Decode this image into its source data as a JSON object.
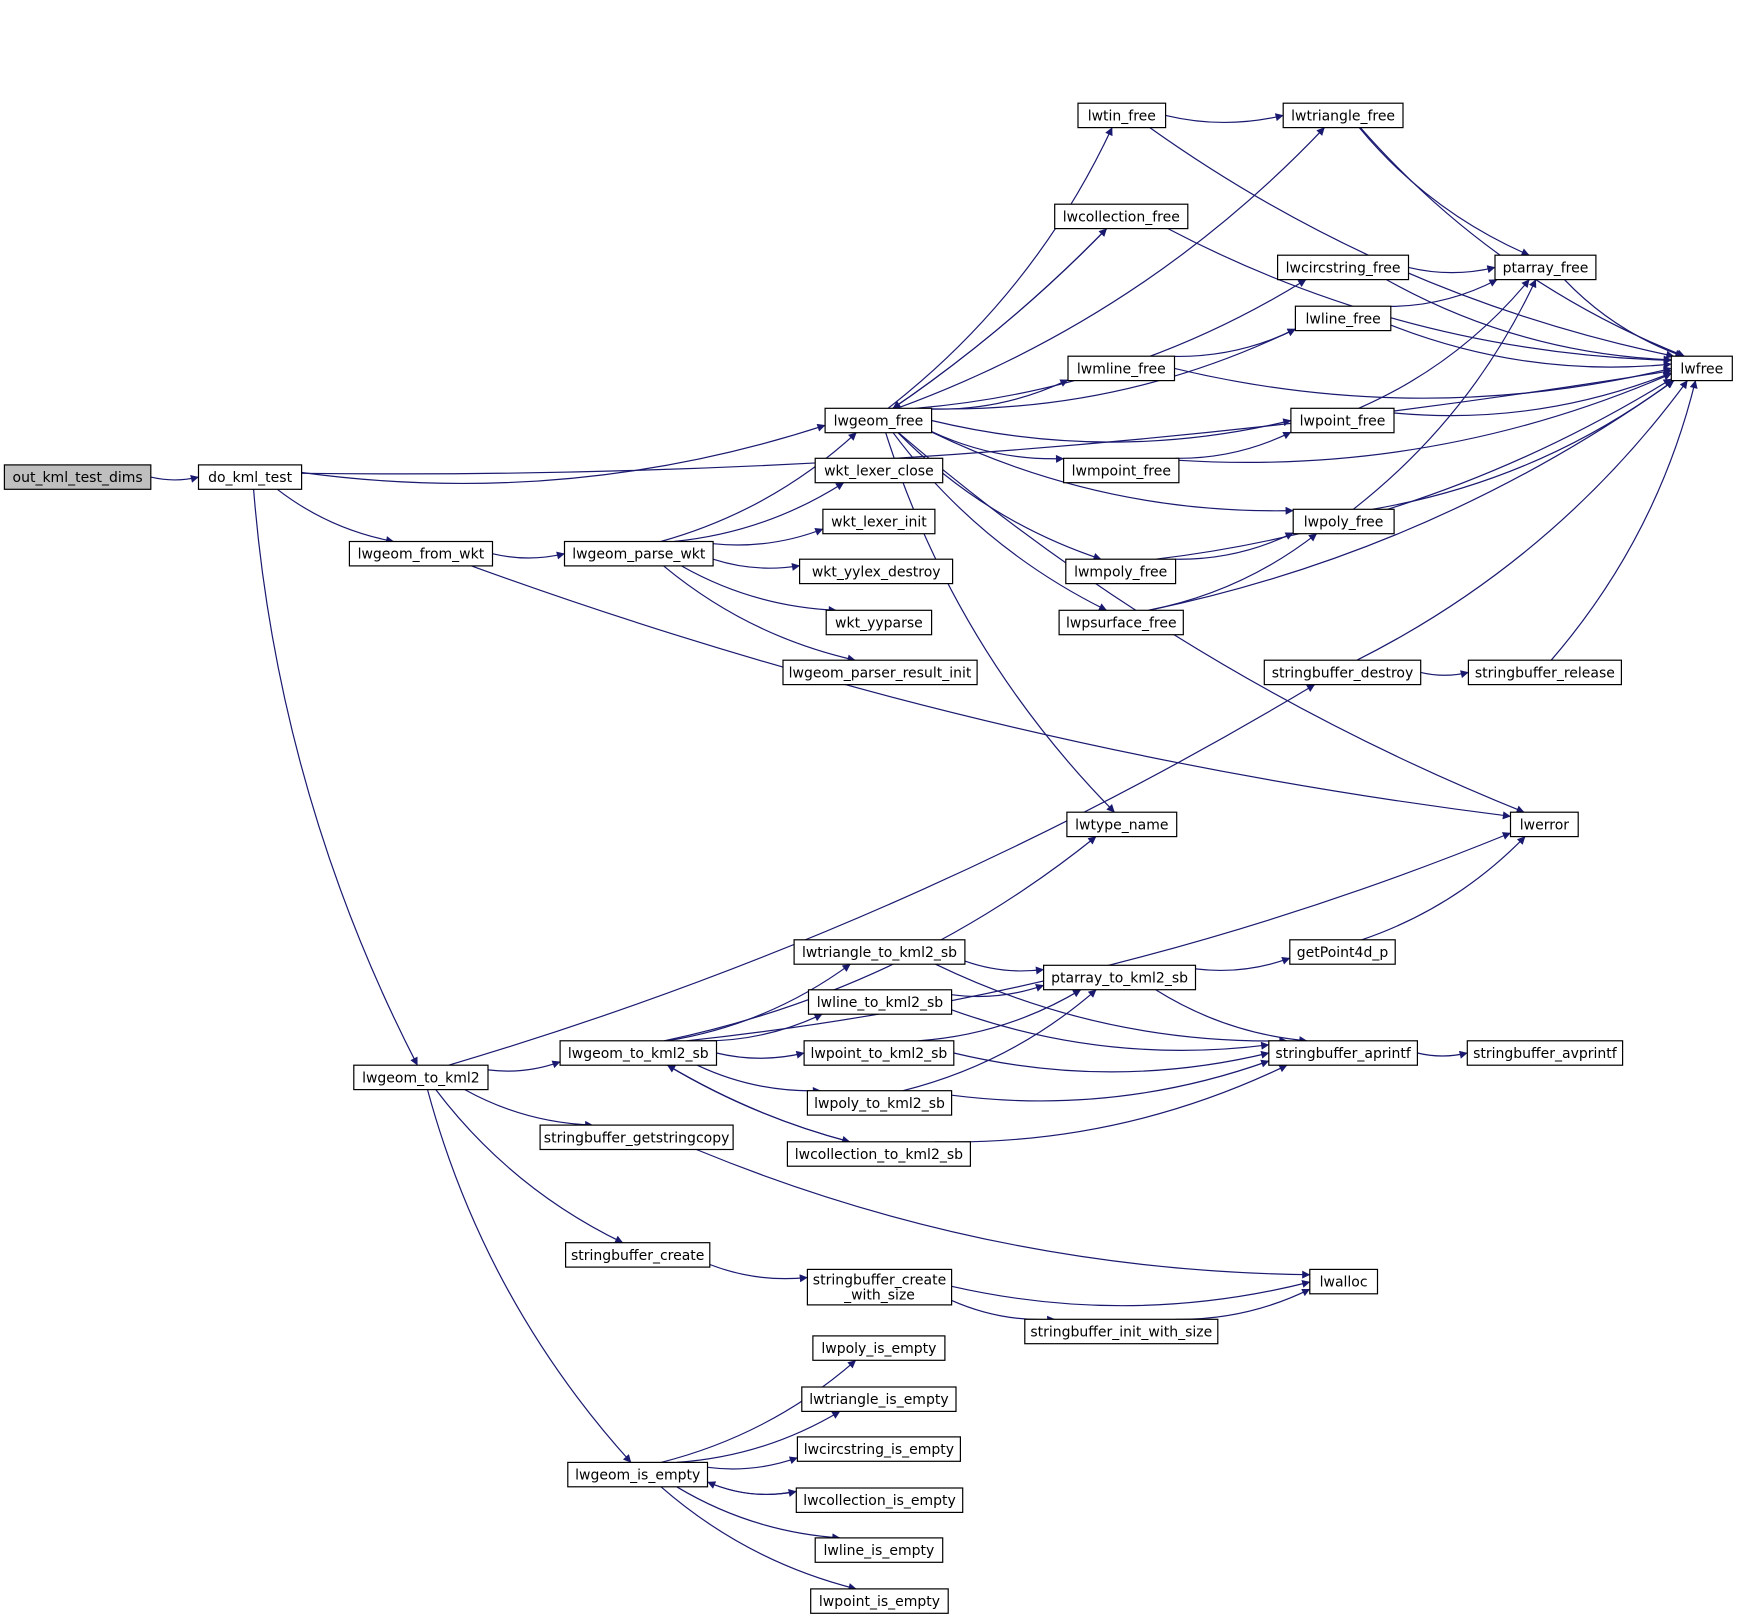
{
  "colors": {
    "edge": "#191970",
    "node_fill": "#ffffff",
    "root_fill": "#bfbfbf",
    "node_border": "#000000",
    "truncated_border": "#ff0000"
  },
  "nodes": [
    {
      "id": "out_kml_test_dims",
      "label": "out_kml_test_dims",
      "root": true
    },
    {
      "id": "do_kml_test",
      "label": "do_kml_test"
    },
    {
      "id": "lwgeom_from_wkt",
      "label": "lwgeom_from_wkt"
    },
    {
      "id": "lwgeom_parse_wkt",
      "label": "lwgeom_parse_wkt"
    },
    {
      "id": "lwgeom_to_kml2",
      "label": "lwgeom_to_kml2"
    },
    {
      "id": "lwgeom_free",
      "label": "lwgeom_free"
    },
    {
      "id": "wkt_lexer_close",
      "label": "wkt_lexer_close"
    },
    {
      "id": "wkt_lexer_init",
      "label": "wkt_lexer_init"
    },
    {
      "id": "wkt_yylex_destroy",
      "label": "wkt_yylex_destroy"
    },
    {
      "id": "wkt_yyparse",
      "label": "wkt_yyparse"
    },
    {
      "id": "lwgeom_parser_result_init",
      "label": "lwgeom_parser_result_init"
    },
    {
      "id": "lwgeom_to_kml2_sb",
      "label": "lwgeom_to_kml2_sb"
    },
    {
      "id": "stringbuffer_getstringcopy",
      "label": "stringbuffer_getstringcopy"
    },
    {
      "id": "stringbuffer_create",
      "label": "stringbuffer_create"
    },
    {
      "id": "lwgeom_is_empty",
      "label": "lwgeom_is_empty"
    },
    {
      "id": "lwtin_free",
      "label": "lwtin_free"
    },
    {
      "id": "lwcollection_free",
      "label": "lwcollection_free"
    },
    {
      "id": "lwmline_free",
      "label": "lwmline_free"
    },
    {
      "id": "lwmpoint_free",
      "label": "lwmpoint_free"
    },
    {
      "id": "lwmpoly_free",
      "label": "lwmpoly_free"
    },
    {
      "id": "lwpsurface_free",
      "label": "lwpsurface_free"
    },
    {
      "id": "lwtype_name",
      "label": "lwtype_name"
    },
    {
      "id": "lwtriangle_to_kml2_sb",
      "label": "lwtriangle_to_kml2_sb"
    },
    {
      "id": "lwline_to_kml2_sb",
      "label": "lwline_to_kml2_sb"
    },
    {
      "id": "lwpoint_to_kml2_sb",
      "label": "lwpoint_to_kml2_sb"
    },
    {
      "id": "lwpoly_to_kml2_sb",
      "label": "lwpoly_to_kml2_sb"
    },
    {
      "id": "lwcollection_to_kml2_sb",
      "label": "lwcollection_to_kml2_sb"
    },
    {
      "id": "stringbuffer_create_with_size",
      "label": "stringbuffer_create\n_with_size"
    },
    {
      "id": "stringbuffer_init_with_size",
      "label": "stringbuffer_init_with_size"
    },
    {
      "id": "lwpoly_is_empty",
      "label": "lwpoly_is_empty"
    },
    {
      "id": "lwtriangle_is_empty",
      "label": "lwtriangle_is_empty"
    },
    {
      "id": "lwcircstring_is_empty",
      "label": "lwcircstring_is_empty"
    },
    {
      "id": "lwcollection_is_empty",
      "label": "lwcollection_is_empty"
    },
    {
      "id": "lwline_is_empty",
      "label": "lwline_is_empty"
    },
    {
      "id": "lwpoint_is_empty",
      "label": "lwpoint_is_empty"
    },
    {
      "id": "ptarray_to_kml2_sb",
      "label": "ptarray_to_kml2_sb",
      "truncated": true
    },
    {
      "id": "lwtriangle_free",
      "label": "lwtriangle_free"
    },
    {
      "id": "lwcircstring_free",
      "label": "lwcircstring_free"
    },
    {
      "id": "lwline_free",
      "label": "lwline_free"
    },
    {
      "id": "lwpoint_free",
      "label": "lwpoint_free"
    },
    {
      "id": "lwpoly_free",
      "label": "lwpoly_free"
    },
    {
      "id": "stringbuffer_destroy",
      "label": "stringbuffer_destroy"
    },
    {
      "id": "getPoint4d_p",
      "label": "getPoint4d_p",
      "truncated": true
    },
    {
      "id": "stringbuffer_aprintf",
      "label": "stringbuffer_aprintf"
    },
    {
      "id": "lwalloc",
      "label": "lwalloc"
    },
    {
      "id": "ptarray_free",
      "label": "ptarray_free"
    },
    {
      "id": "stringbuffer_release",
      "label": "stringbuffer_release"
    },
    {
      "id": "lwerror",
      "label": "lwerror"
    },
    {
      "id": "stringbuffer_avprintf",
      "label": "stringbuffer_avprintf",
      "truncated": true
    },
    {
      "id": "lwfree",
      "label": "lwfree"
    }
  ],
  "edges": [
    {
      "from": "out_kml_test_dims",
      "to": "do_kml_test"
    },
    {
      "from": "do_kml_test",
      "to": "lwfree"
    },
    {
      "from": "do_kml_test",
      "to": "lwgeom_free"
    },
    {
      "from": "do_kml_test",
      "to": "lwgeom_from_wkt"
    },
    {
      "from": "do_kml_test",
      "to": "lwgeom_to_kml2"
    },
    {
      "from": "lwgeom_from_wkt",
      "to": "lwgeom_parse_wkt"
    },
    {
      "from": "lwgeom_from_wkt",
      "to": "lwerror"
    },
    {
      "from": "lwgeom_parse_wkt",
      "to": "lwgeom_free"
    },
    {
      "from": "lwgeom_parse_wkt",
      "to": "wkt_lexer_close"
    },
    {
      "from": "lwgeom_parse_wkt",
      "to": "wkt_lexer_init"
    },
    {
      "from": "lwgeom_parse_wkt",
      "to": "wkt_yylex_destroy"
    },
    {
      "from": "lwgeom_parse_wkt",
      "to": "wkt_yyparse"
    },
    {
      "from": "lwgeom_parse_wkt",
      "to": "lwgeom_parser_result_init"
    },
    {
      "from": "lwgeom_free",
      "to": "lwtin_free"
    },
    {
      "from": "lwgeom_free",
      "to": "lwtriangle_free"
    },
    {
      "from": "lwgeom_free",
      "to": "lwcollection_free"
    },
    {
      "from": "lwgeom_free",
      "to": "lwcircstring_free"
    },
    {
      "from": "lwgeom_free",
      "to": "lwline_free"
    },
    {
      "from": "lwgeom_free",
      "to": "lwmline_free"
    },
    {
      "from": "lwgeom_free",
      "to": "lwpoint_free"
    },
    {
      "from": "lwgeom_free",
      "to": "lwmpoint_free"
    },
    {
      "from": "lwgeom_free",
      "to": "lwpoly_free"
    },
    {
      "from": "lwgeom_free",
      "to": "lwmpoly_free"
    },
    {
      "from": "lwgeom_free",
      "to": "lwpsurface_free"
    },
    {
      "from": "lwgeom_free",
      "to": "lwtype_name"
    },
    {
      "from": "lwgeom_free",
      "to": "lwerror"
    },
    {
      "from": "lwtin_free",
      "to": "lwtriangle_free"
    },
    {
      "from": "lwtin_free",
      "to": "lwfree"
    },
    {
      "from": "lwtriangle_free",
      "to": "ptarray_free"
    },
    {
      "from": "lwtriangle_free",
      "to": "lwfree"
    },
    {
      "from": "lwcollection_free",
      "to": "lwgeom_free"
    },
    {
      "from": "lwcollection_free",
      "to": "lwfree"
    },
    {
      "from": "lwcircstring_free",
      "to": "ptarray_free"
    },
    {
      "from": "lwcircstring_free",
      "to": "lwfree"
    },
    {
      "from": "lwline_free",
      "to": "ptarray_free"
    },
    {
      "from": "lwline_free",
      "to": "lwfree"
    },
    {
      "from": "lwmline_free",
      "to": "lwline_free"
    },
    {
      "from": "lwmline_free",
      "to": "lwfree"
    },
    {
      "from": "lwpoint_free",
      "to": "ptarray_free"
    },
    {
      "from": "lwpoint_free",
      "to": "lwfree"
    },
    {
      "from": "lwmpoint_free",
      "to": "lwpoint_free"
    },
    {
      "from": "lwmpoint_free",
      "to": "lwfree"
    },
    {
      "from": "lwpoly_free",
      "to": "ptarray_free"
    },
    {
      "from": "lwpoly_free",
      "to": "lwfree"
    },
    {
      "from": "lwmpoly_free",
      "to": "lwpoly_free"
    },
    {
      "from": "lwmpoly_free",
      "to": "lwfree"
    },
    {
      "from": "lwpsurface_free",
      "to": "lwpoly_free"
    },
    {
      "from": "lwpsurface_free",
      "to": "lwfree"
    },
    {
      "from": "ptarray_free",
      "to": "lwfree"
    },
    {
      "from": "lwgeom_to_kml2",
      "to": "stringbuffer_destroy"
    },
    {
      "from": "lwgeom_to_kml2",
      "to": "lwgeom_to_kml2_sb"
    },
    {
      "from": "lwgeom_to_kml2",
      "to": "stringbuffer_getstringcopy"
    },
    {
      "from": "lwgeom_to_kml2",
      "to": "stringbuffer_create"
    },
    {
      "from": "lwgeom_to_kml2",
      "to": "lwgeom_is_empty"
    },
    {
      "from": "stringbuffer_destroy",
      "to": "stringbuffer_release"
    },
    {
      "from": "stringbuffer_destroy",
      "to": "lwfree"
    },
    {
      "from": "stringbuffer_release",
      "to": "lwfree"
    },
    {
      "from": "lwgeom_to_kml2_sb",
      "to": "lwtype_name"
    },
    {
      "from": "lwgeom_to_kml2_sb",
      "to": "lwerror"
    },
    {
      "from": "lwgeom_to_kml2_sb",
      "to": "lwtriangle_to_kml2_sb"
    },
    {
      "from": "lwgeom_to_kml2_sb",
      "to": "lwline_to_kml2_sb"
    },
    {
      "from": "lwgeom_to_kml2_sb",
      "to": "lwpoint_to_kml2_sb"
    },
    {
      "from": "lwgeom_to_kml2_sb",
      "to": "lwpoly_to_kml2_sb"
    },
    {
      "from": "lwgeom_to_kml2_sb",
      "to": "lwcollection_to_kml2_sb"
    },
    {
      "from": "lwcollection_to_kml2_sb",
      "to": "lwgeom_to_kml2_sb"
    },
    {
      "from": "lwcollection_to_kml2_sb",
      "to": "stringbuffer_aprintf"
    },
    {
      "from": "lwtriangle_to_kml2_sb",
      "to": "ptarray_to_kml2_sb"
    },
    {
      "from": "lwtriangle_to_kml2_sb",
      "to": "stringbuffer_aprintf"
    },
    {
      "from": "lwline_to_kml2_sb",
      "to": "ptarray_to_kml2_sb"
    },
    {
      "from": "lwline_to_kml2_sb",
      "to": "stringbuffer_aprintf"
    },
    {
      "from": "lwpoint_to_kml2_sb",
      "to": "ptarray_to_kml2_sb"
    },
    {
      "from": "lwpoint_to_kml2_sb",
      "to": "stringbuffer_aprintf"
    },
    {
      "from": "lwpoly_to_kml2_sb",
      "to": "ptarray_to_kml2_sb"
    },
    {
      "from": "lwpoly_to_kml2_sb",
      "to": "stringbuffer_aprintf"
    },
    {
      "from": "ptarray_to_kml2_sb",
      "to": "getPoint4d_p"
    },
    {
      "from": "ptarray_to_kml2_sb",
      "to": "stringbuffer_aprintf"
    },
    {
      "from": "getPoint4d_p",
      "to": "lwerror"
    },
    {
      "from": "stringbuffer_aprintf",
      "to": "stringbuffer_avprintf"
    },
    {
      "from": "stringbuffer_getstringcopy",
      "to": "lwalloc"
    },
    {
      "from": "stringbuffer_create",
      "to": "stringbuffer_create_with_size"
    },
    {
      "from": "stringbuffer_create_with_size",
      "to": "lwalloc"
    },
    {
      "from": "stringbuffer_create_with_size",
      "to": "stringbuffer_init_with_size"
    },
    {
      "from": "stringbuffer_init_with_size",
      "to": "lwalloc"
    },
    {
      "from": "lwgeom_is_empty",
      "to": "lwpoly_is_empty"
    },
    {
      "from": "lwgeom_is_empty",
      "to": "lwtriangle_is_empty"
    },
    {
      "from": "lwgeom_is_empty",
      "to": "lwcircstring_is_empty"
    },
    {
      "from": "lwgeom_is_empty",
      "to": "lwcollection_is_empty"
    },
    {
      "from": "lwgeom_is_empty",
      "to": "lwline_is_empty"
    },
    {
      "from": "lwgeom_is_empty",
      "to": "lwpoint_is_empty"
    },
    {
      "from": "lwcollection_is_empty",
      "to": "lwgeom_is_empty"
    }
  ]
}
